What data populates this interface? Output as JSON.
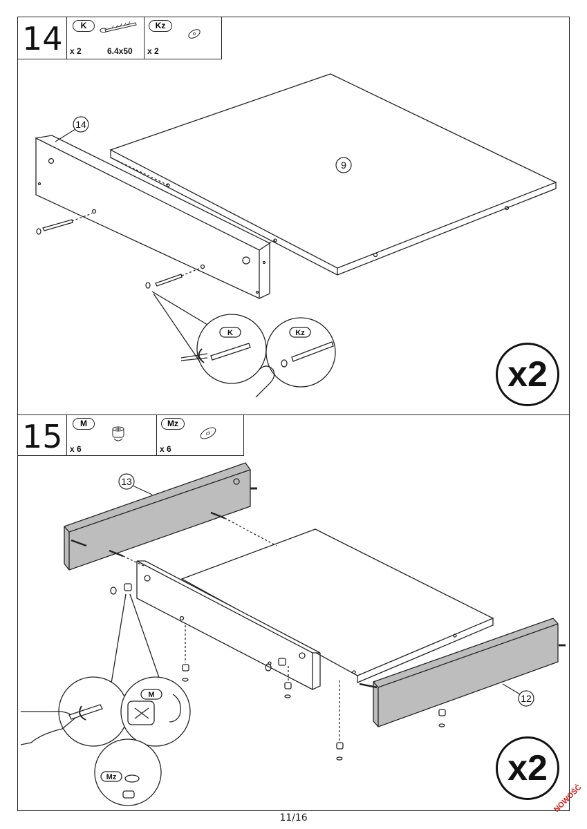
{
  "step14": {
    "number": "14",
    "parts": [
      {
        "code": "K",
        "qty": "x 2",
        "dimension": "6.4x50"
      },
      {
        "code": "Kz",
        "qty": "x 2"
      }
    ],
    "callouts": {
      "panel_a": "14",
      "panel_b": "9"
    },
    "detail_labels": {
      "k": "K",
      "kz": "Kz"
    },
    "multiplier": "x2"
  },
  "step15": {
    "number": "15",
    "parts": [
      {
        "code": "M",
        "qty": "x 6"
      },
      {
        "code": "Mz",
        "qty": "x 6"
      }
    ],
    "callouts": {
      "front": "13",
      "back": "12"
    },
    "detail_labels": {
      "m": "M",
      "mz": "Mz"
    },
    "multiplier": "x2"
  },
  "page": "11/16",
  "stamp": "NOWOŚĆ",
  "colors": {
    "line": "#222222",
    "panel_gray": "#bdbdbd",
    "stamp": "#d31b1b"
  }
}
